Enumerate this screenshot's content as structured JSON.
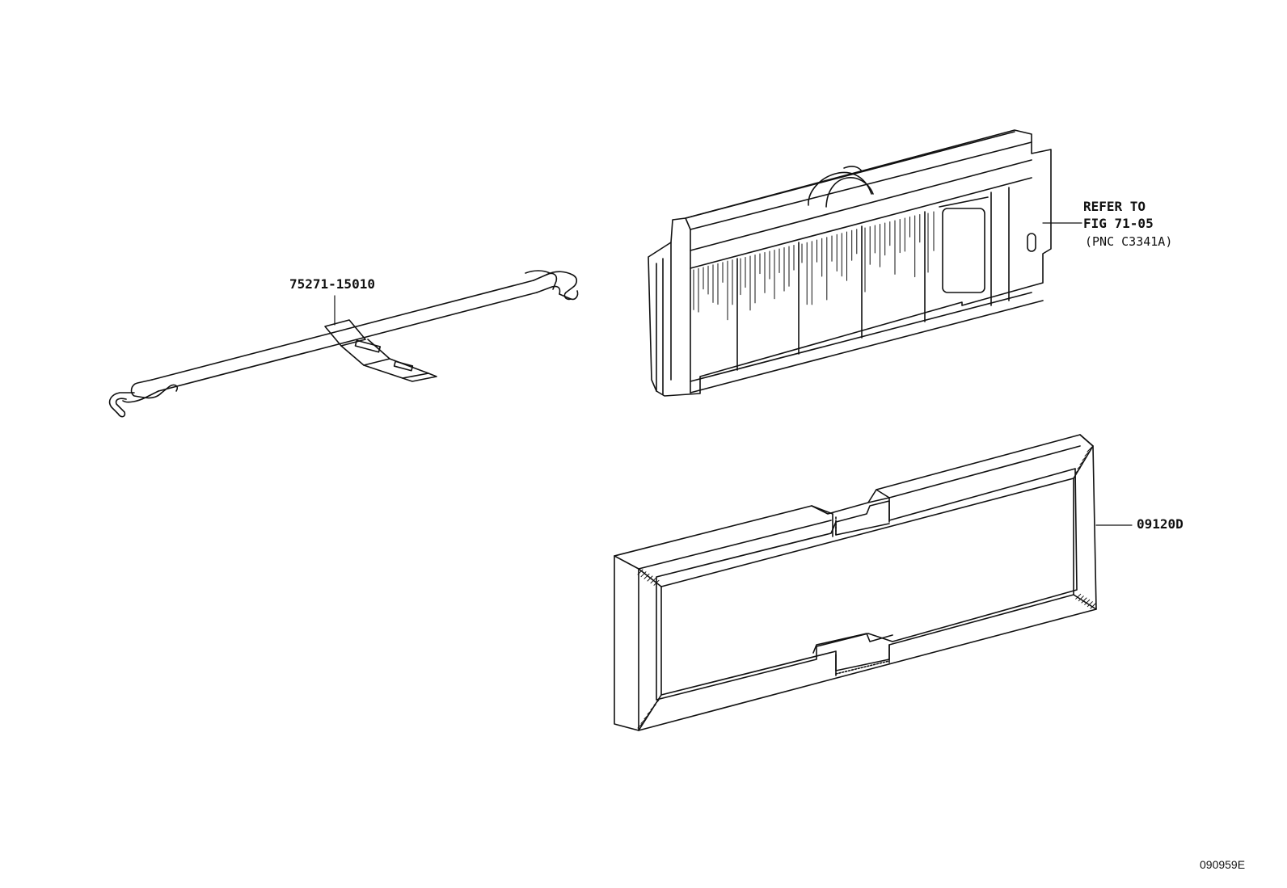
{
  "labels": {
    "part_wire": "75271-15010",
    "refer_line1": "REFER TO",
    "refer_line2": "FIG 71-05",
    "refer_line3": "(PNC C3341A)",
    "part_box": "09120D",
    "drawing_code": "090959E"
  },
  "colors": {
    "stroke": "#111111",
    "background": "#ffffff"
  }
}
